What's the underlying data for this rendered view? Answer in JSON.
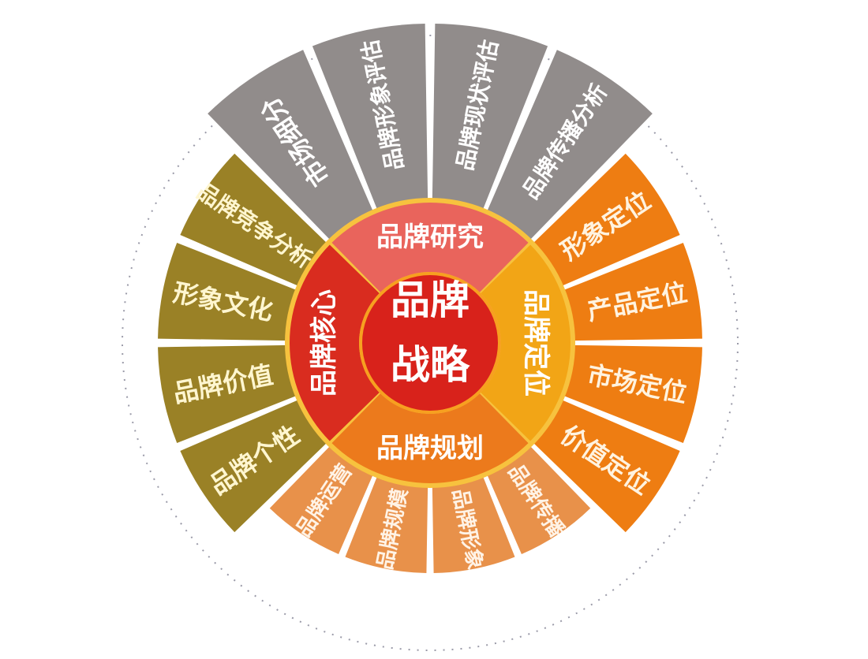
{
  "center": {
    "line1": "品牌",
    "line2": "战略",
    "color": "#d8221b"
  },
  "inner": [
    {
      "label": "品牌研究",
      "color": "#e9645c",
      "start": -135,
      "end": -45
    },
    {
      "label": "品牌定位",
      "color": "#f2a516",
      "start": -45,
      "end": 45
    },
    {
      "label": "品牌规划",
      "color": "#ec7a1c",
      "start": 45,
      "end": 135
    },
    {
      "label": "品牌核心",
      "color": "#d92c1f",
      "start": 135,
      "end": 225
    }
  ],
  "groups": [
    {
      "name": "research",
      "color": "#918c8b",
      "text_color": "#ffffff",
      "start": -135,
      "end": -45,
      "items": [
        "市场细分",
        "品牌形象评估",
        "品牌现状评估",
        "品牌传播分析"
      ]
    },
    {
      "name": "positioning",
      "color": "#ee7d12",
      "text_color": "#fff3e0",
      "start": -45,
      "end": 45,
      "items": [
        "形象定位",
        "产品定位",
        "市场定位",
        "价值定位"
      ]
    },
    {
      "name": "planning",
      "color": "#e8914a",
      "text_color": "#fff3e6",
      "start": 45,
      "end": 135,
      "items": [
        "品牌传播",
        "品牌形象",
        "品牌规模",
        "品牌运营"
      ]
    },
    {
      "name": "core",
      "color": "#9a8126",
      "text_color": "#fff6d0",
      "start": 135,
      "end": 225,
      "items": [
        "品牌个性",
        "品牌价值",
        "形象文化",
        "品牌竞争分析"
      ]
    }
  ],
  "ring_border_color": "#f7c23e"
}
